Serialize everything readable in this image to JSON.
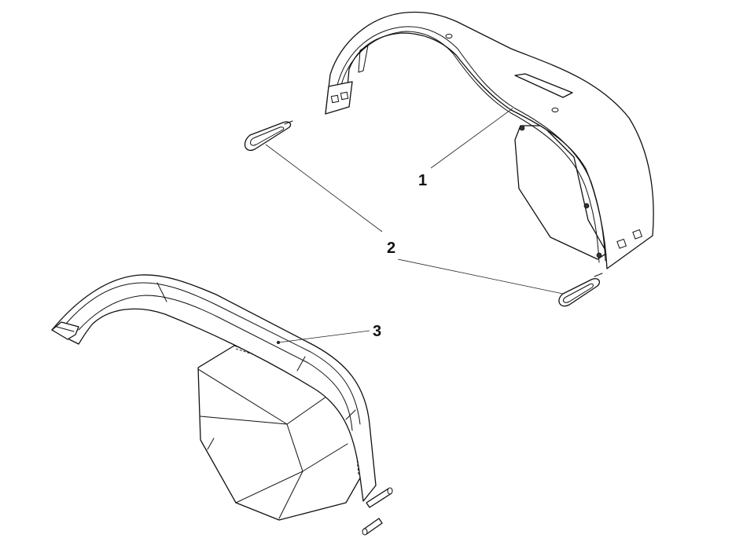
{
  "callouts": [
    {
      "id": "1",
      "label": "1",
      "part": "fender-upper"
    },
    {
      "id": "2",
      "label": "2",
      "part": "fender-clip"
    },
    {
      "id": "3",
      "label": "3",
      "part": "fender-lower"
    }
  ],
  "colors": {
    "line": "#111111",
    "background": "#ffffff"
  }
}
